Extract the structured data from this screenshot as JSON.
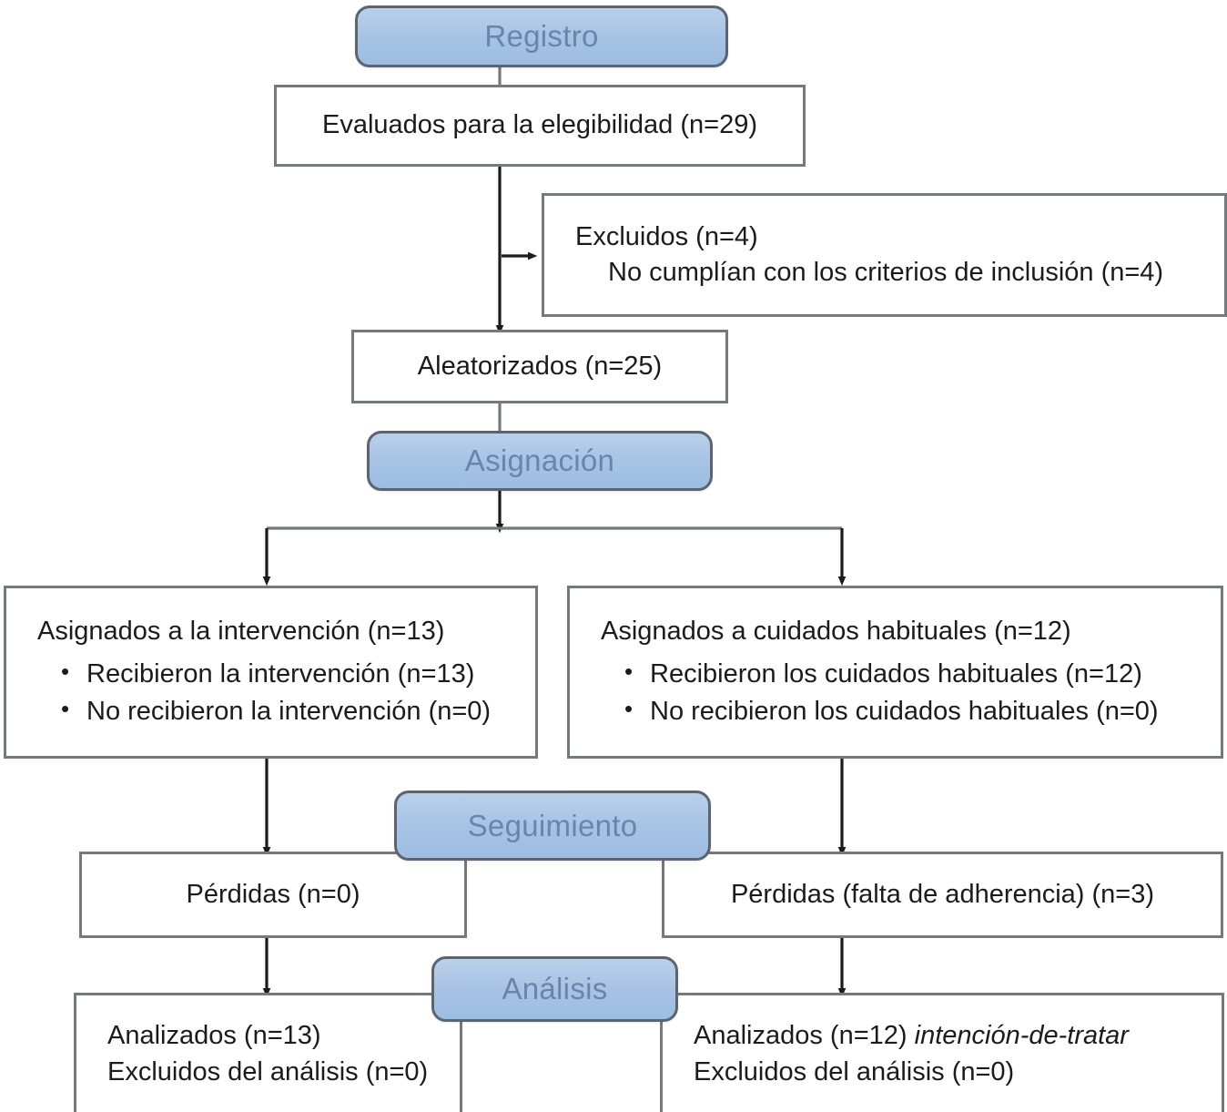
{
  "diagram": {
    "title": "Diagrama de flujo CONSORT",
    "accent_color": "#a7c3e4",
    "stage_text_color": "#6b84ab",
    "border_color": "#76797c",
    "text_color": "#1b1b1b",
    "background": "#ffffff"
  },
  "stages": {
    "enrollment": "Registro",
    "allocation": "Asignación",
    "followup": "Seguimiento",
    "analysis": "Análisis"
  },
  "nodes": {
    "eligibility": {
      "text": "Evaluados para la elegibilidad (n=29)"
    },
    "excluded": {
      "heading": "Excluidos (n=4)",
      "reason": "No cumplían con los criterios de inclusión (n=4)"
    },
    "randomized": {
      "text": "Aleatorizados (n=25)"
    },
    "allocation_left": {
      "heading": "Asignados a la intervención (n=13)",
      "bullets": [
        "Recibieron la intervención (n=13)",
        "No recibieron la intervención (n=0)"
      ]
    },
    "allocation_right": {
      "heading": "Asignados a cuidados habituales (n=12)",
      "bullets": [
        "Recibieron los cuidados habituales (n=12)",
        "No recibieron los cuidados habituales (n=0)"
      ]
    },
    "followup_left": {
      "text": "Pérdidas (n=0)"
    },
    "followup_right": {
      "text": "Pérdidas (falta de adherencia) (n=3)"
    },
    "analysis_left": {
      "line1": "Analizados (n=13)",
      "line2": "Excluidos del análisis (n=0)"
    },
    "analysis_right": {
      "line1_main": "Analizados (n=12) ",
      "line1_italic": "intención-de-tratar",
      "line2": "Excluidos del análisis (n=0)"
    }
  },
  "chart_data": {
    "type": "table",
    "title": "Diagrama de flujo CONSORT",
    "stages": [
      "Registro",
      "Asignación",
      "Seguimiento",
      "Análisis"
    ],
    "counts": {
      "evaluados_elegibilidad": 29,
      "excluidos_total": 4,
      "excluidos_no_cumplian_criterios": 4,
      "aleatorizados": 25,
      "asignados_intervencion": 13,
      "recibieron_intervencion": 13,
      "no_recibieron_intervencion": 0,
      "asignados_cuidados_habituales": 12,
      "recibieron_cuidados_habituales": 12,
      "no_recibieron_cuidados_habituales": 0,
      "perdidas_intervencion": 0,
      "perdidas_cuidados_habituales_falta_adherencia": 3,
      "analizados_intervencion": 13,
      "excluidos_analisis_intervencion": 0,
      "analizados_cuidados_habituales": 12,
      "excluidos_analisis_cuidados_habituales": 0
    }
  }
}
